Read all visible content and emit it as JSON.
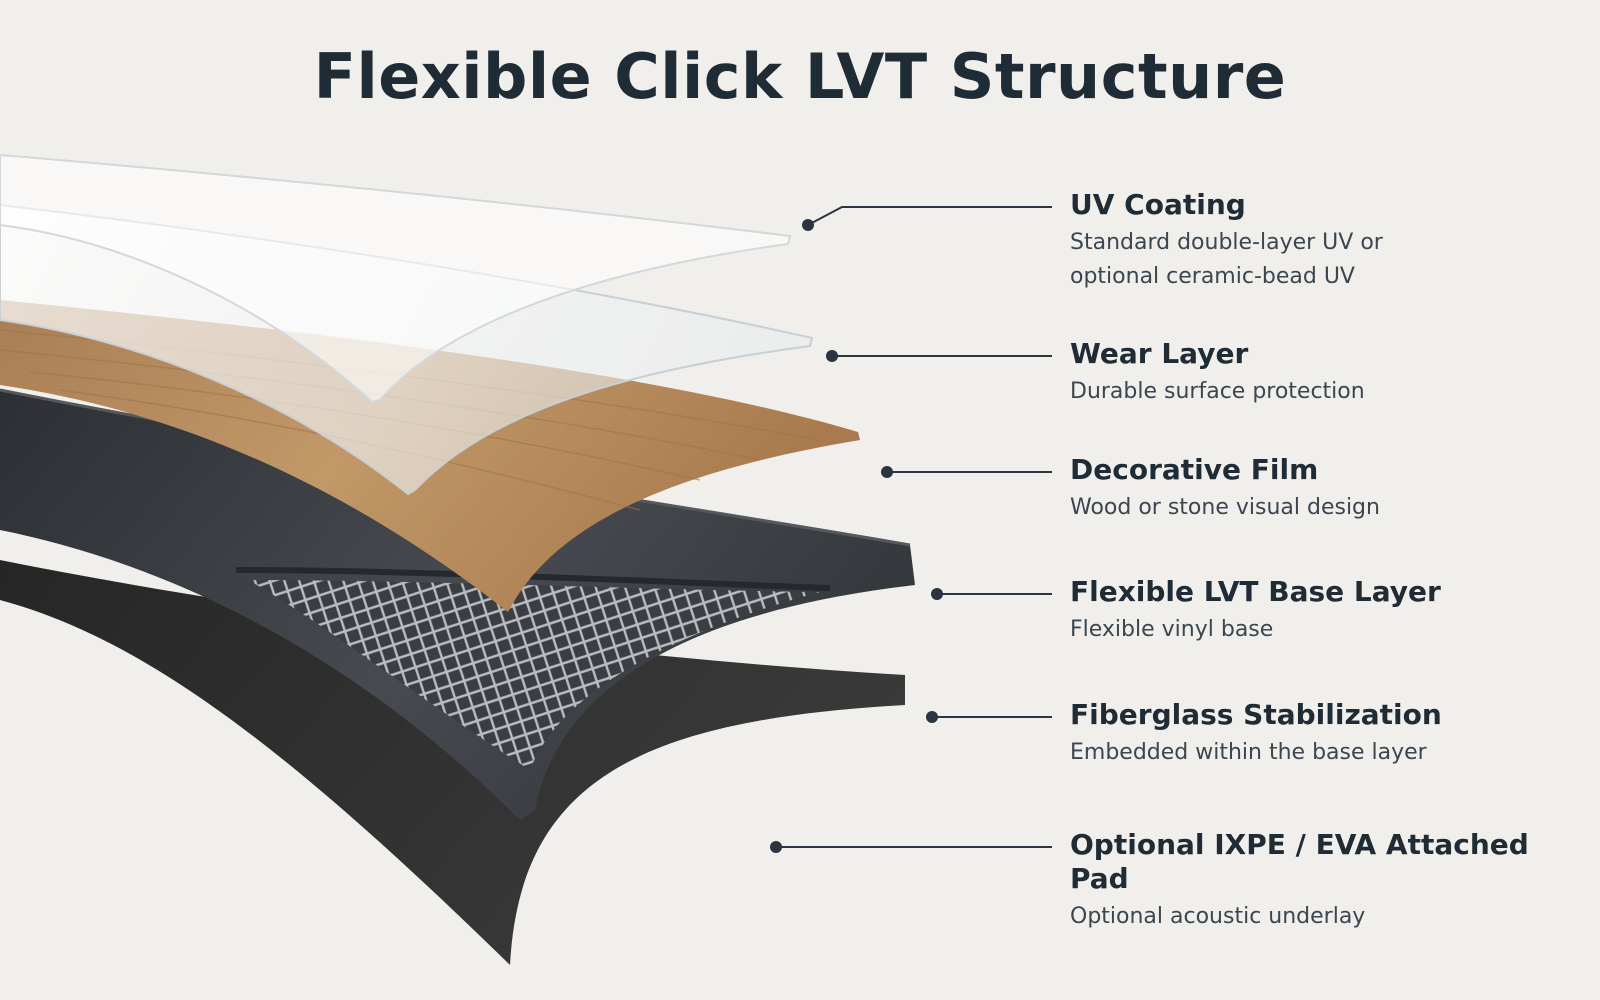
{
  "title": "Flexible Click LVT Structure",
  "layers": [
    {
      "name": "UV Coating",
      "desc_lines": [
        "Standard double-layer UV or",
        "optional ceramic-bead UV"
      ]
    },
    {
      "name": "Wear Layer",
      "desc_lines": [
        "Durable surface protection"
      ]
    },
    {
      "name": "Decorative Film",
      "desc_lines": [
        "Wood or stone visual design"
      ]
    },
    {
      "name": "Flexible LVT Base Layer",
      "desc_lines": [
        "Flexible vinyl base"
      ]
    },
    {
      "name": "Fiberglass Stabilization",
      "desc_lines": [
        "Embedded within the base layer"
      ]
    },
    {
      "name": "Optional IXPE / EVA Attached Pad",
      "desc_lines": [
        "Optional acoustic underlay"
      ]
    }
  ],
  "colors": {
    "title": "#1f2b35",
    "leader": "#2a3540",
    "wood": "#b78a5c",
    "base": "#3a3d42",
    "pad": "#2e2e2e"
  }
}
